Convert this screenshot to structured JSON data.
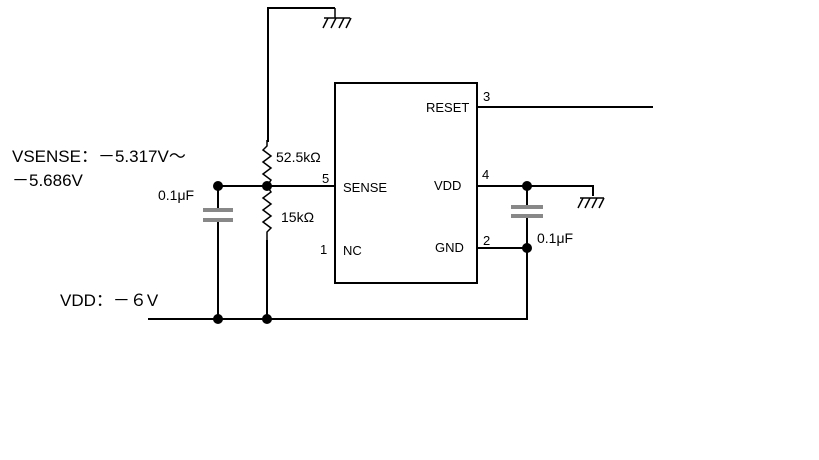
{
  "annotations": {
    "vsense_line1": "VSENSE：－5.317V～",
    "vsense_line2": "－5.686V",
    "vdd_supply": "VDD：－６V"
  },
  "components": {
    "r_top": "52.5kΩ",
    "r_bottom": "15kΩ",
    "c_left": "0.1μF",
    "c_right": "0.1μF"
  },
  "ic": {
    "pins": [
      {
        "number": "3",
        "name": "RESET"
      },
      {
        "number": "5",
        "name": "SENSE"
      },
      {
        "number": "4",
        "name": "VDD"
      },
      {
        "number": "1",
        "name": "NC"
      },
      {
        "number": "2",
        "name": "GND"
      }
    ]
  }
}
